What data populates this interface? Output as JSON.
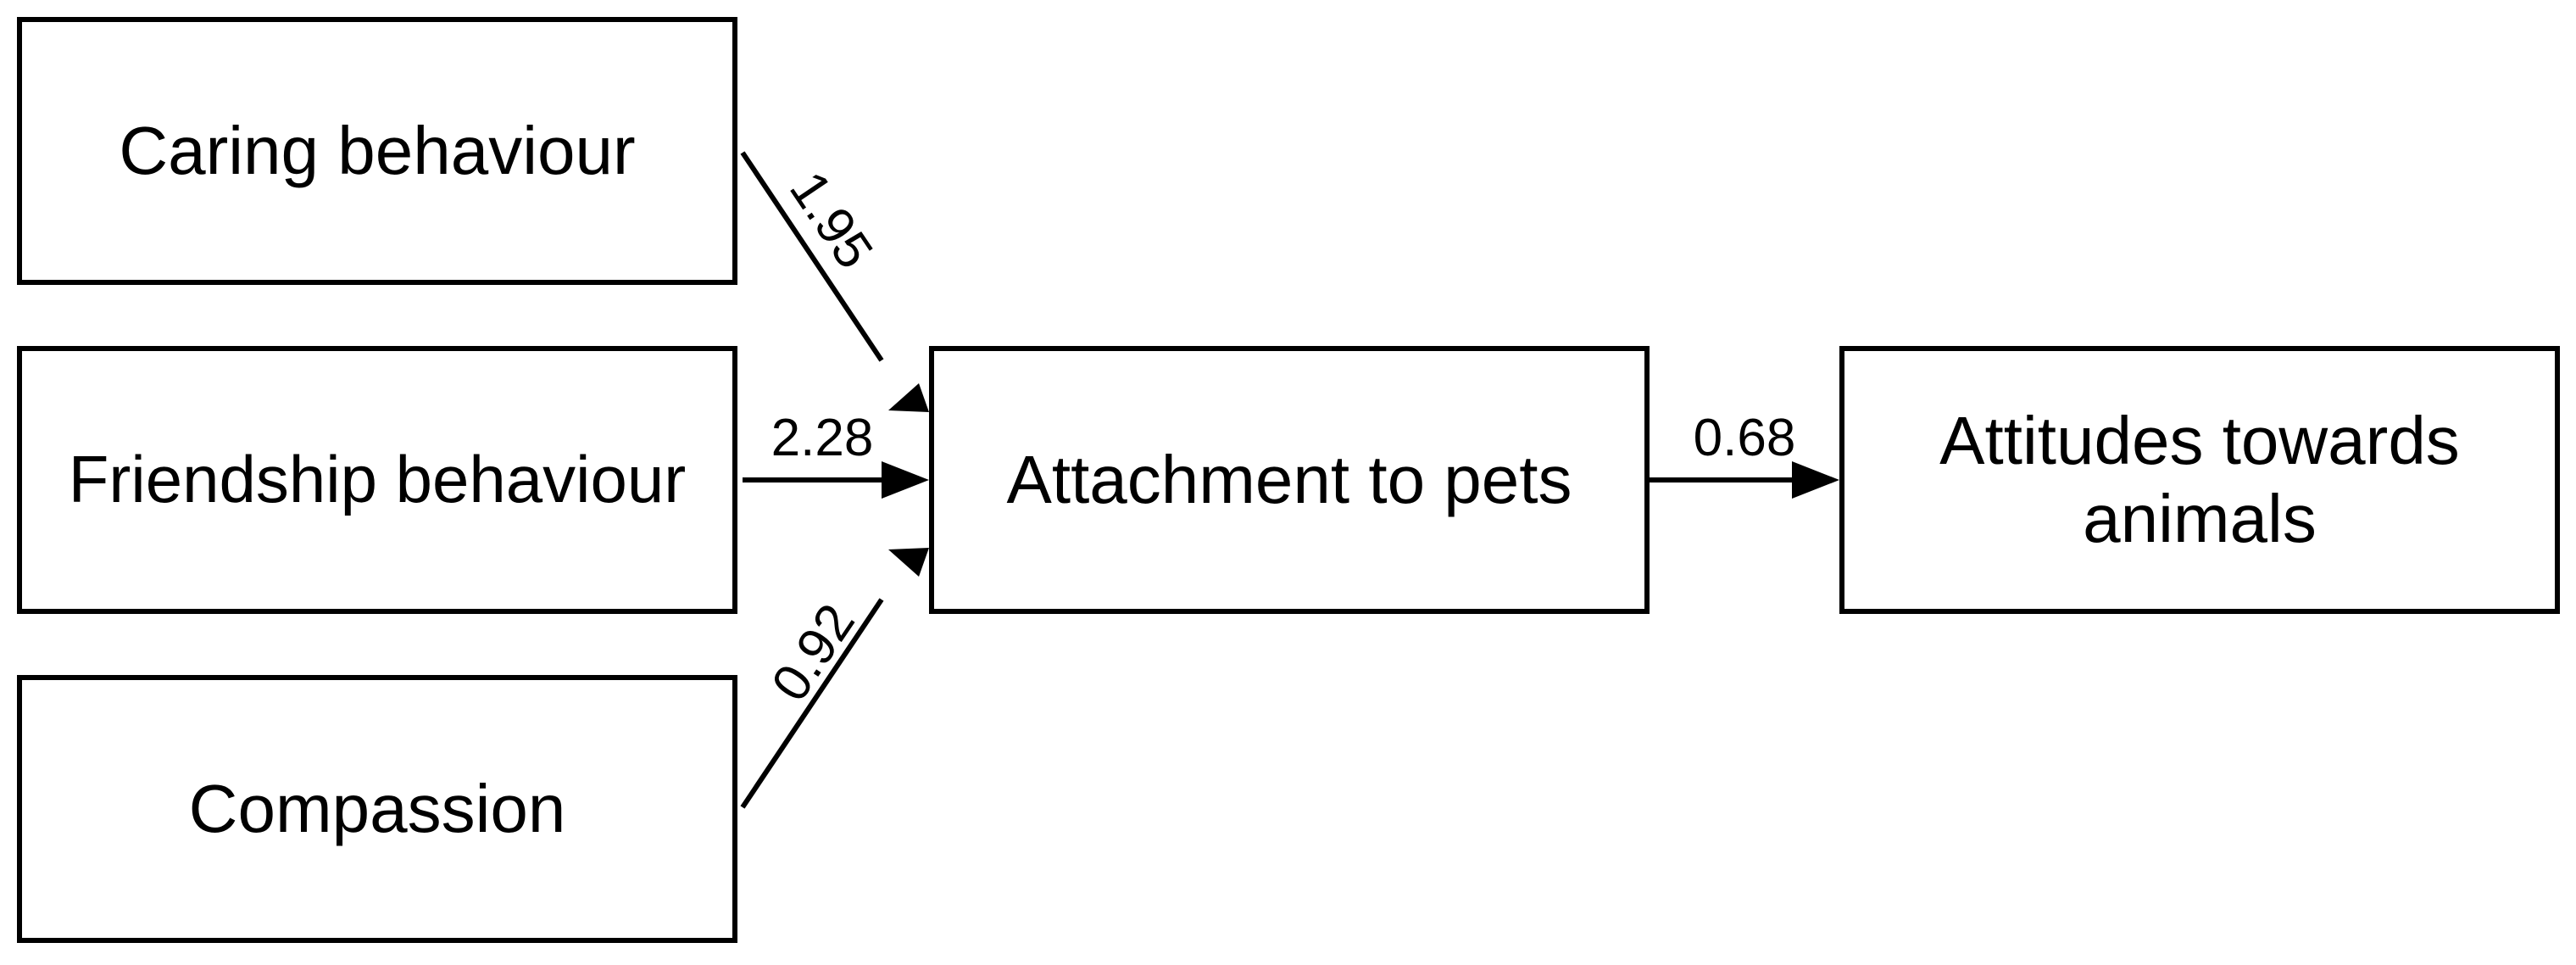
{
  "diagram": {
    "nodes": {
      "caring": "Caring behaviour",
      "friendship": "Friendship behaviour",
      "compassion": "Compassion",
      "attachment": "Attachment to pets",
      "attitudes": "Attitudes towards animals"
    },
    "edges": {
      "caring_to_attachment": "1.95",
      "friendship_to_attachment": "2.28",
      "compassion_to_attachment": "0.92",
      "attachment_to_attitudes": "0.68"
    },
    "colors": {
      "stroke": "#000000",
      "background": "#ffffff"
    }
  }
}
